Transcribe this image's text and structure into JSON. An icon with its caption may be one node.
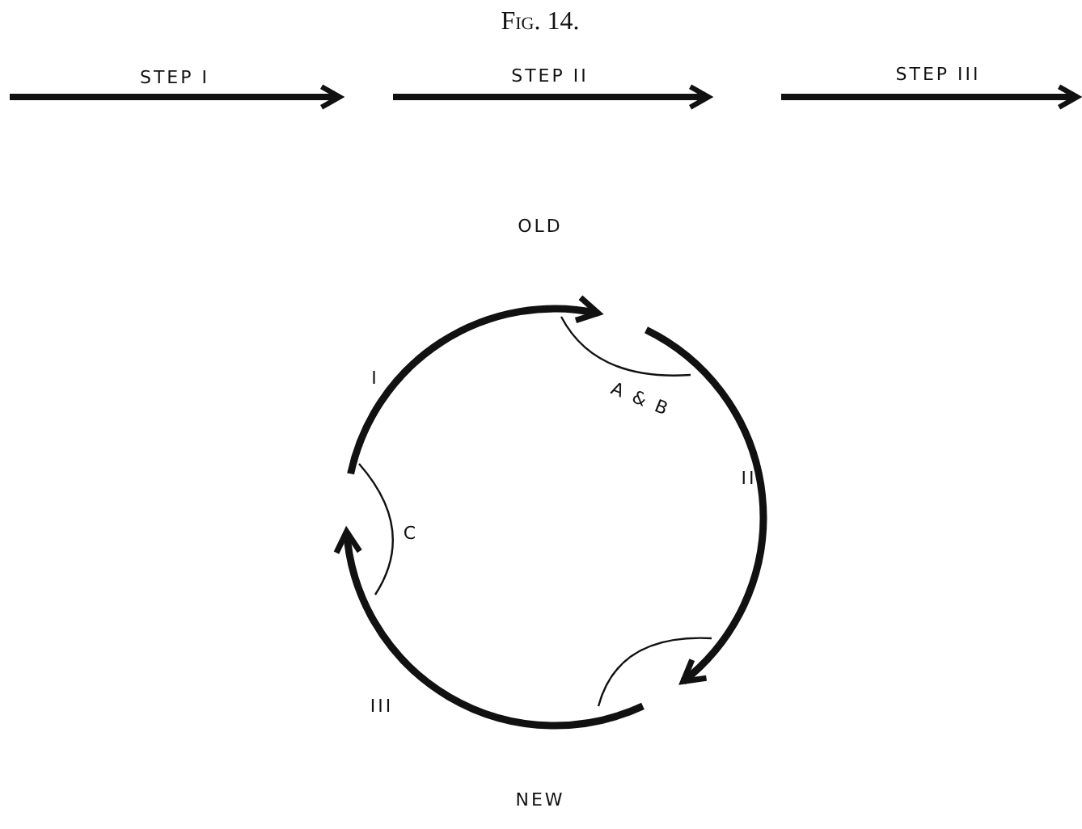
{
  "diagram": {
    "title": "Fig. 14.",
    "labels": [
      "STEP I",
      "STEP II",
      "STEP III",
      "OLD",
      "I",
      "A & B",
      "II",
      "C",
      "III",
      "NEW"
    ]
  }
}
